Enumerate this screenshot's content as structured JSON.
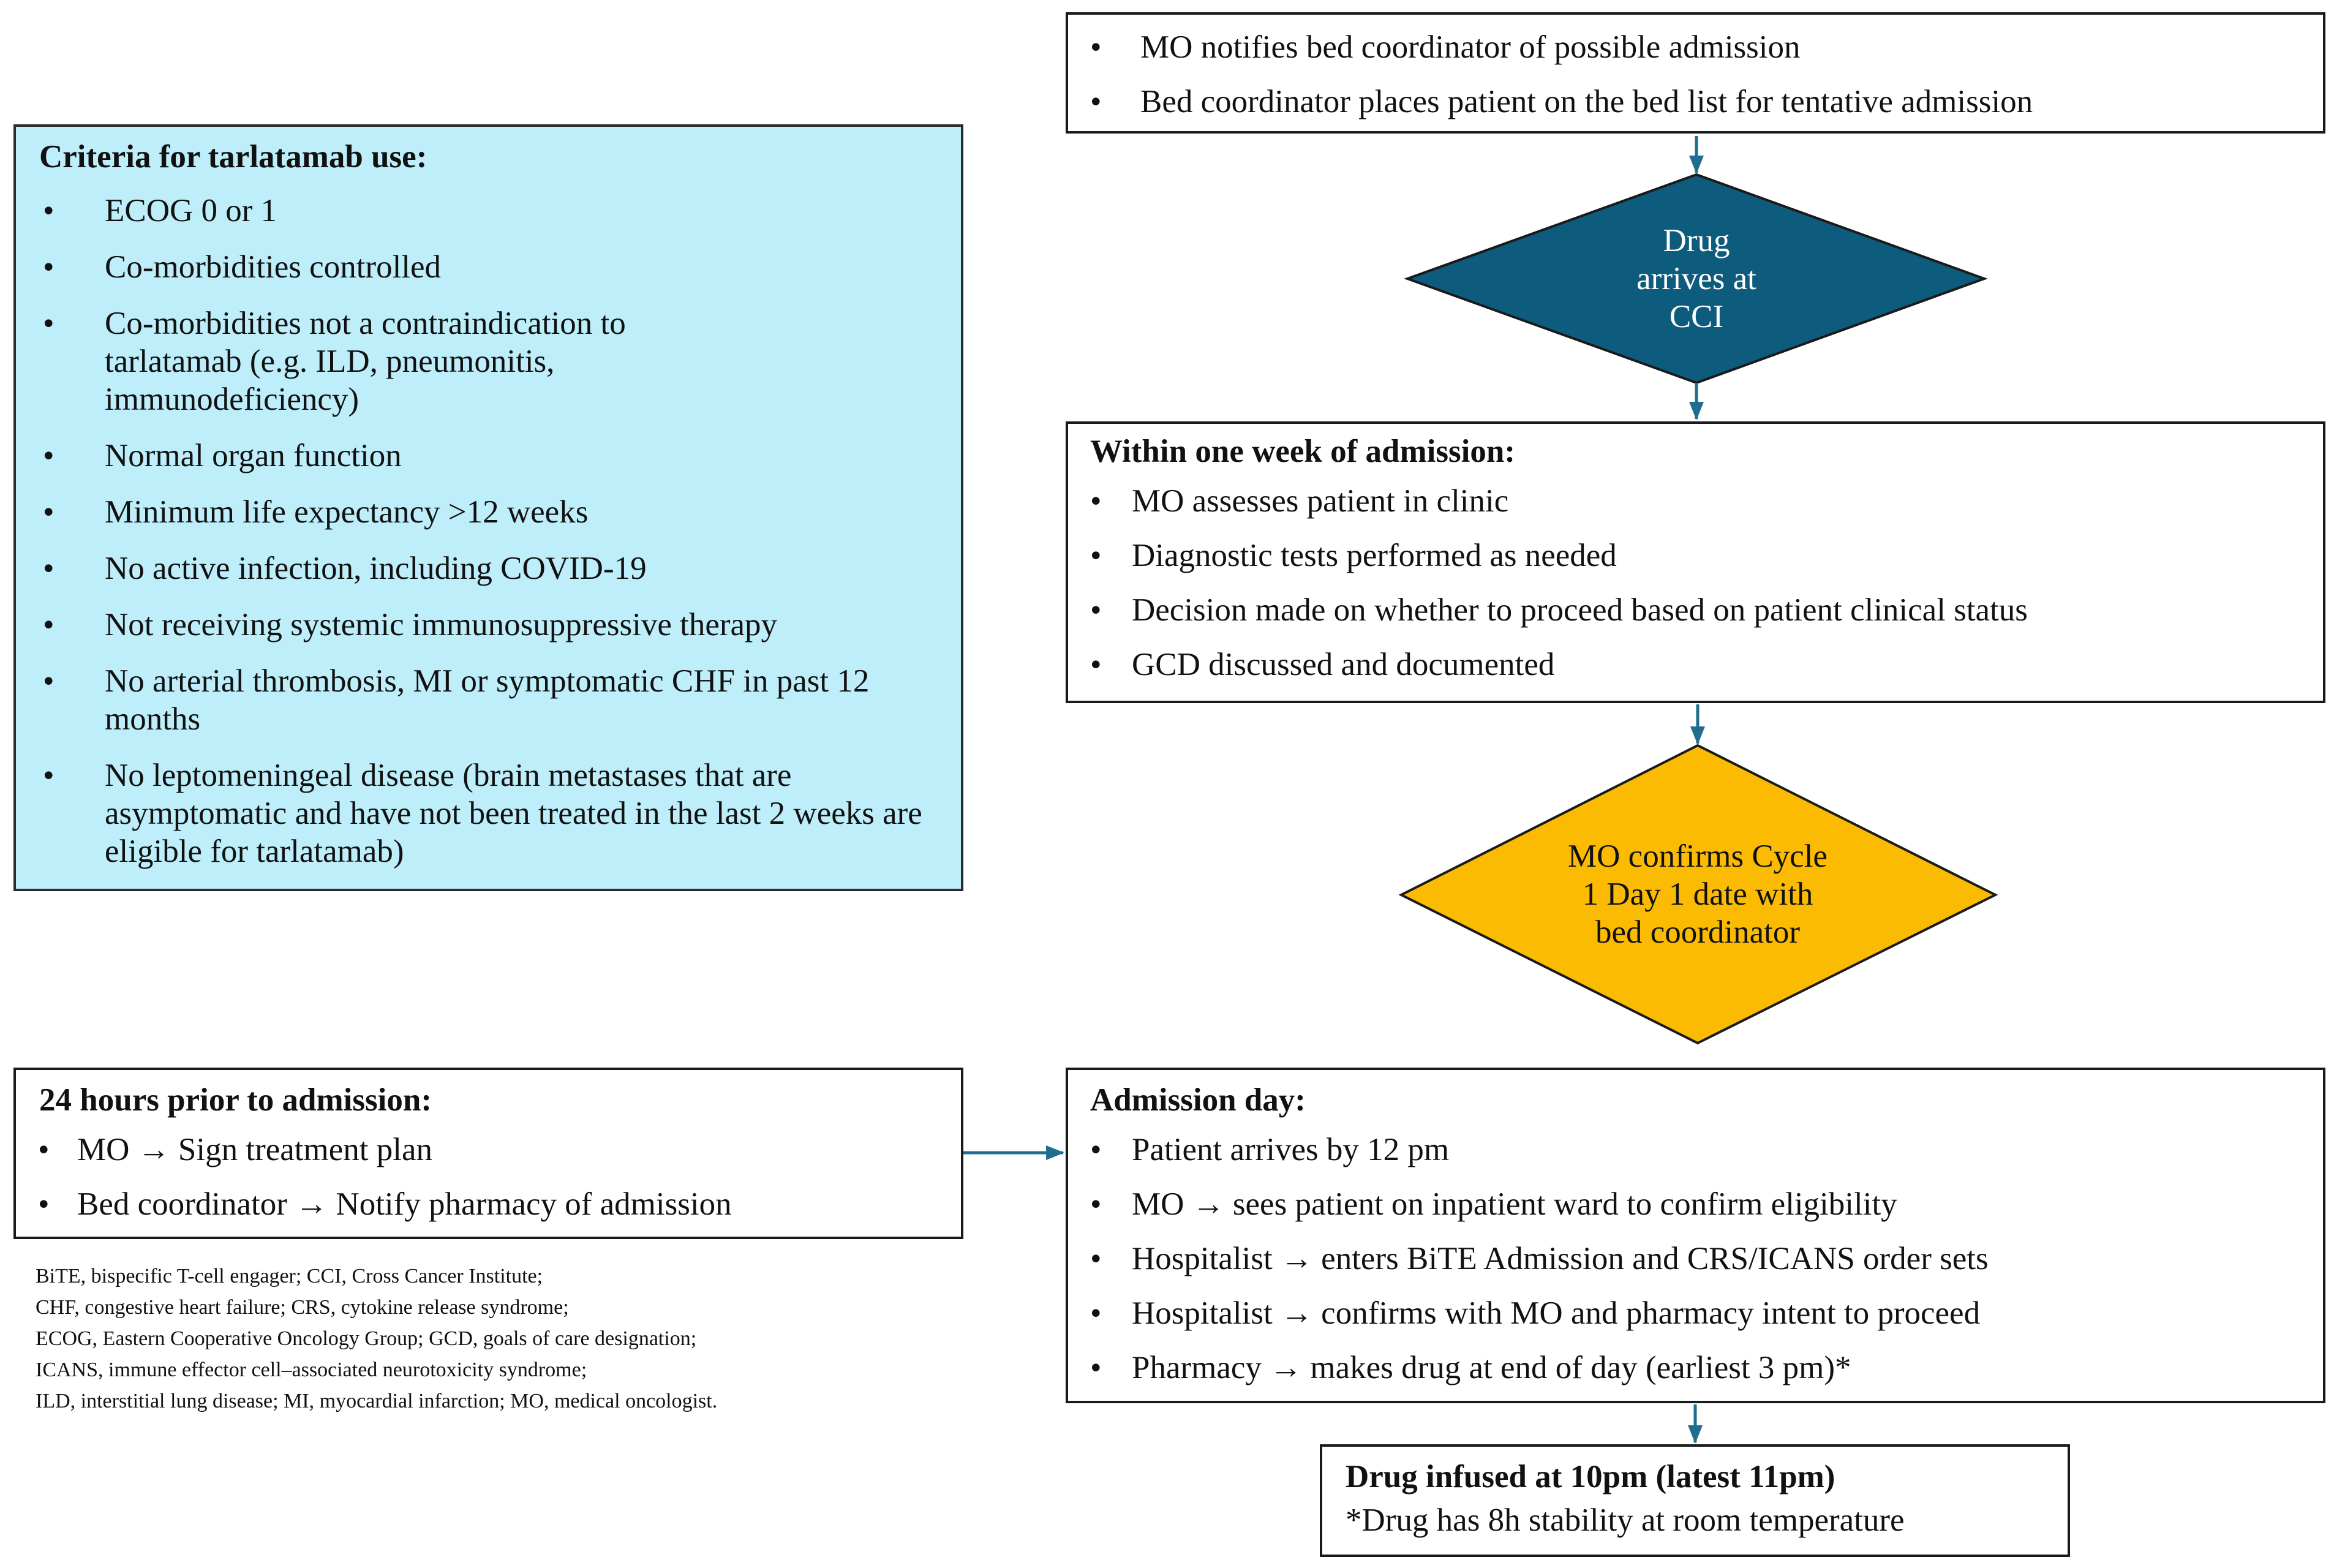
{
  "criteria": {
    "title": "Criteria for tarlatamab use:",
    "items": [
      "ECOG 0 or 1",
      "Co-morbidities controlled",
      "Co-morbidities not a contraindication to tarlatamab (e.g. ILD, pneumonitis, immunodeficiency)",
      "Normal organ function",
      "Minimum life expectancy >12 weeks",
      "No active infection, including COVID-19",
      "Not receiving systemic immunosuppressive therapy",
      "No arterial thrombosis, MI or symptomatic CHF in past 12 months",
      "No leptomeningeal disease (brain metastases that are asymptomatic and have not been treated in the last 2 weeks are eligible for tarlatamab)"
    ]
  },
  "notify": {
    "items": [
      "MO notifies bed coordinator of possible admission",
      "Bed coordinator places patient on the bed list for tentative admission"
    ]
  },
  "drug_arrives": {
    "label": "Drug arrives at CCI",
    "color": "#0d5c7d"
  },
  "week": {
    "title": "Within one week of admission:",
    "items": [
      "MO assesses patient in clinic",
      "Diagnostic tests performed as needed",
      "Decision made on whether to proceed based on patient clinical status",
      "GCD discussed and documented"
    ]
  },
  "confirm": {
    "label": "MO confirms Cycle 1 Day 1 date with bed coordinator",
    "color": "#fbbb03"
  },
  "prior": {
    "title": "24 hours prior to admission:",
    "items": [
      "MO → Sign treatment plan",
      "Bed coordinator → Notify pharmacy of admission"
    ]
  },
  "admission": {
    "title": "Admission day:",
    "items": [
      "Patient arrives by 12 pm",
      "MO → sees patient on inpatient ward to confirm eligibility",
      "Hospitalist → enters BiTE Admission and CRS/ICANS order sets",
      "Hospitalist → confirms with MO and pharmacy intent to proceed",
      "Pharmacy → makes drug at end of day (earliest 3 pm)*"
    ]
  },
  "infused": {
    "title": "Drug infused at 10pm (latest 11pm)",
    "note": "*Drug has 8h stability at room temperature"
  },
  "footnote": {
    "lines": [
      "BiTE, bispecific T-cell engager; CCI, Cross Cancer Institute;",
      "CHF, congestive heart failure; CRS, cytokine release syndrome;",
      "ECOG, Eastern Cooperative Oncology Group; GCD, goals of care designation;",
      "ICANS, immune effector cell–associated neurotoxicity syndrome;",
      "ILD, interstitial lung disease; MI, myocardial infarction; MO, medical oncologist."
    ]
  },
  "colors": {
    "arrow": "#1f6e8f",
    "criteria_fill": "#bdeefa"
  }
}
